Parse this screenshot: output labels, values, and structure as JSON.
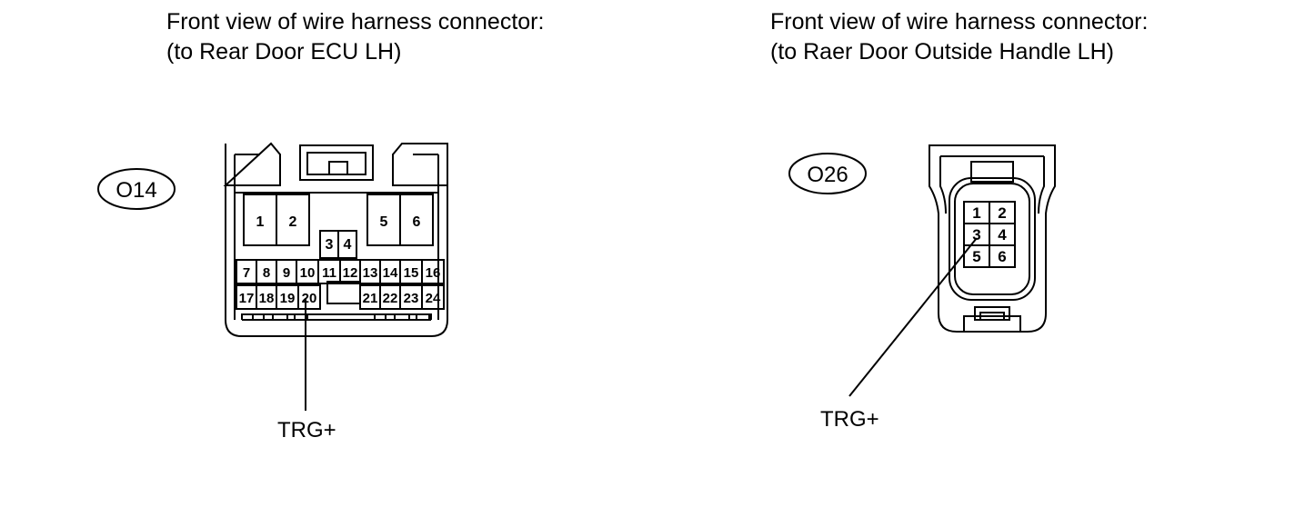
{
  "left": {
    "title_line1": "Front view of wire harness connector:",
    "title_line2": "(to Rear Door ECU LH)",
    "connector_code": "O14",
    "pins_top": [
      "1",
      "2",
      "5",
      "6"
    ],
    "pins_mid": [
      "3",
      "4"
    ],
    "pins_row1": [
      "7",
      "8",
      "9",
      "10",
      "11",
      "12",
      "13",
      "14",
      "15",
      "16"
    ],
    "pins_row2": [
      "17",
      "18",
      "19",
      "20",
      "21",
      "22",
      "23",
      "24"
    ],
    "callout": "TRG+"
  },
  "right": {
    "title_line1": "Front view of wire harness connector:",
    "title_line2": "(to Raer Door Outside Handle LH)",
    "connector_code": "O26",
    "pins": [
      "1",
      "2",
      "3",
      "4",
      "5",
      "6"
    ],
    "callout": "TRG+"
  }
}
